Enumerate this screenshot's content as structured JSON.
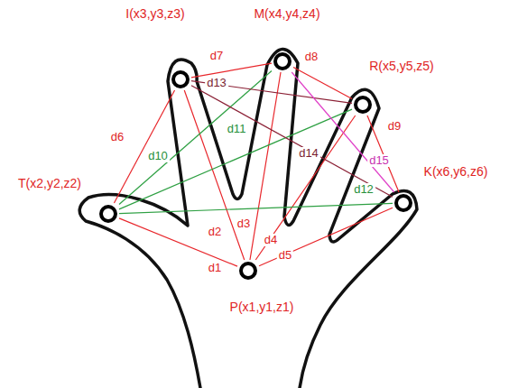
{
  "diagram": {
    "nodes": [
      {
        "text": [
          "P(x1,y1,z1)"
        ]
      },
      {
        "text": [
          "T(x2,y2,z2)"
        ]
      },
      {
        "text": [
          "I(x3,y3,z3)"
        ]
      },
      {
        "text": [
          "M(x4,y4,z4)"
        ]
      },
      {
        "text": [
          "R(x5,y5,z5)"
        ]
      },
      {
        "text": [
          "K(x6,y6,z6)"
        ]
      }
    ],
    "edges": [
      {
        "from": 1,
        "to": 0,
        "arrow": "none",
        "label": "d1"
      },
      {
        "from": 2,
        "to": 0,
        "arrow": "none",
        "label": "d2"
      },
      {
        "from": 3,
        "to": 0,
        "arrow": "none",
        "label": "d3"
      },
      {
        "from": 4,
        "to": 0,
        "arrow": "none",
        "label": "d4"
      },
      {
        "from": 5,
        "to": 0,
        "arrow": "none",
        "label": "d5"
      },
      {
        "from": 1,
        "to": 2,
        "arrow": "none",
        "label": "d6"
      },
      {
        "from": 2,
        "to": 3,
        "arrow": "none",
        "label": "d7"
      },
      {
        "from": 3,
        "to": 4,
        "arrow": "none",
        "label": "d8"
      },
      {
        "from": 4,
        "to": 5,
        "arrow": "none",
        "label": "d9"
      },
      {
        "from": 1,
        "to": 3,
        "arrow": "none",
        "label": "d10"
      },
      {
        "from": 1,
        "to": 4,
        "arrow": "none",
        "label": "d11"
      },
      {
        "from": 1,
        "to": 5,
        "arrow": "none",
        "label": "d12"
      },
      {
        "from": 2,
        "to": 4,
        "arrow": "none",
        "label": "d13"
      },
      {
        "from": 2,
        "to": 5,
        "arrow": "none",
        "label": "d14"
      },
      {
        "from": 3,
        "to": 5,
        "arrow": "none",
        "label": "d15"
      }
    ]
  }
}
